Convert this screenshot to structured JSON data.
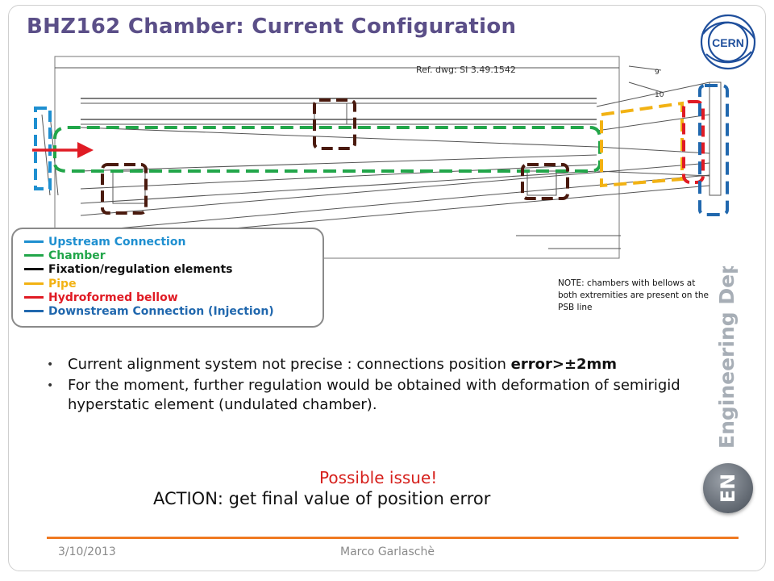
{
  "title": "BHZ162 Chamber: Current Configuration",
  "logo_text": "CERN",
  "reference": "Ref. dwg: SI 3.49.1542",
  "drawing_labels": {
    "label_9": "9",
    "label_10": "10"
  },
  "legend": [
    {
      "label": "Upstream Connection",
      "color": "#1e8fd0"
    },
    {
      "label": "Chamber",
      "color": "#22a64a"
    },
    {
      "label": "Fixation/regulation elements",
      "color": "#111111"
    },
    {
      "label": "Pipe",
      "color": "#f2b213"
    },
    {
      "label": "Hydroformed bellow",
      "color": "#e01b24"
    },
    {
      "label": "Downstream Connection (Injection)",
      "color": "#2168ae"
    }
  ],
  "note": "NOTE: chambers with bellows at both extremities are present on the PSB line",
  "sidebar": {
    "text": "Engineering Dep",
    "badge": "EN"
  },
  "bullets": {
    "item1_text": "Current alignment system not precise : connections position ",
    "item1_bold": "error>±2mm",
    "item2_text": "For the moment, further regulation would be obtained with deformation of semirigid hyperstatic element (undulated chamber)."
  },
  "issue": "Possible issue!",
  "action": "ACTION: get final value of position error",
  "footer": {
    "date": "3/10/2013",
    "author": "Marco Garlaschè"
  },
  "colors": {
    "accent": "#f07a22",
    "title": "#5b4f88",
    "issue": "#d6201c"
  }
}
